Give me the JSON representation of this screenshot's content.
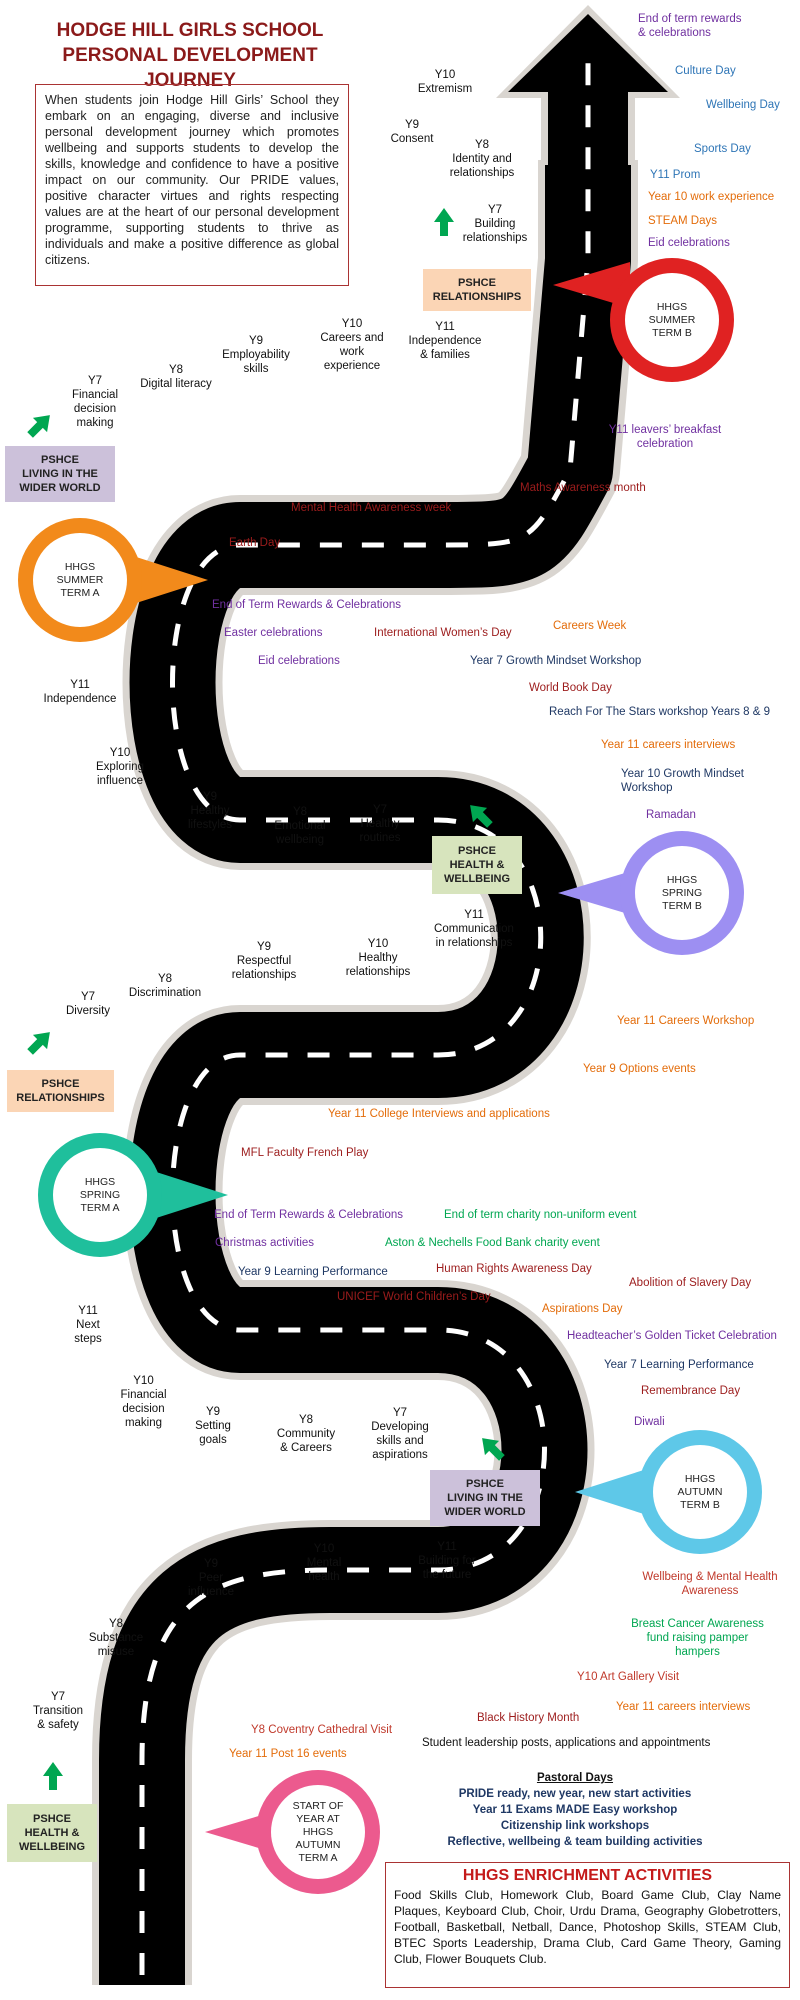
{
  "title": {
    "line1": "HODGE HILL GIRLS SCHOOL",
    "line2": "PERSONAL DEVELOPMENT JOURNEY"
  },
  "intro": "When students join Hodge Hill Girls’ School they embark on an engaging, diverse and inclusive personal development journey which promotes wellbeing and supports students to develop the skills, knowledge and confidence to have a positive impact on our community. Our PRIDE values, positive character virtues and rights respecting values are at the heart of our personal development programme, supporting students to thrive as individuals and make a positive difference as global citizens.",
  "colors": {
    "red_title": "#8b1a1a",
    "purple": "#7030a0",
    "blue": "#2e75b6",
    "orange": "#e36c0a",
    "dark_red": "#9c1c1c",
    "navy": "#1f3864",
    "green": "#00a651",
    "road": "#000000",
    "road_edge": "#d9d5d0",
    "summer_b": "#e02222",
    "summer_a": "#f28a1b",
    "spring_b": "#9d8ff2",
    "spring_a": "#1fbf9c",
    "autumn_b": "#5ec8e8",
    "autumn_a": "#ec5a8e"
  },
  "terms": {
    "summer_b": [
      "HHGS",
      "SUMMER",
      "TERM B"
    ],
    "summer_a": [
      "HHGS",
      "SUMMER",
      "TERM A"
    ],
    "spring_b": [
      "HHGS",
      "SPRING",
      "TERM B"
    ],
    "spring_a": [
      "HHGS",
      "SPRING",
      "TERM A"
    ],
    "autumn_b": [
      "HHGS",
      "AUTUMN",
      "TERM B"
    ],
    "autumn_a": [
      "START OF",
      "YEAR AT",
      "HHGS",
      "AUTUMN",
      "TERM A"
    ]
  },
  "pshce": {
    "relationships_top": [
      "PSHCE",
      "RELATIONSHIPS"
    ],
    "wider_world_top": [
      "PSHCE",
      "LIVING IN THE",
      "WIDER WORLD"
    ],
    "health_mid": [
      "PSHCE",
      "HEALTH &",
      "WELLBEING"
    ],
    "relationships_mid": [
      "PSHCE",
      "RELATIONSHIPS"
    ],
    "wider_world_bottom": [
      "PSHCE",
      "LIVING IN THE",
      "WIDER WORLD"
    ],
    "health_bottom": [
      "PSHCE",
      "HEALTH &",
      "WELLBEING"
    ]
  },
  "year_labels": {
    "y10_extremism": [
      "Y10",
      "Extremism"
    ],
    "y9_consent": [
      "Y9",
      "Consent"
    ],
    "y8_identity": [
      "Y8",
      "Identity and",
      "relationships"
    ],
    "y7_building": [
      "Y7",
      "Building",
      "relationships"
    ],
    "y11_independence_families": [
      "Y11",
      "Independence",
      "& families"
    ],
    "y10_careers": [
      "Y10",
      "Careers and",
      "work",
      "experience"
    ],
    "y9_employability": [
      "Y9",
      "Employability",
      "skills"
    ],
    "y8_digital": [
      "Y8",
      "Digital literacy"
    ],
    "y7_financial": [
      "Y7",
      "Financial",
      "decision",
      "making"
    ],
    "y11_independence": [
      "Y11",
      "Independence"
    ],
    "y10_exploring": [
      "Y10",
      "Exploring",
      "influence"
    ],
    "y9_healthy_lifestyles": [
      "Y9",
      "Healthy",
      "lifestyles"
    ],
    "y8_emotional": [
      "Y8",
      "Emotional",
      "wellbeing"
    ],
    "y7_healthy_routines": [
      "Y7",
      "Healthy",
      "routines"
    ],
    "y11_communication": [
      "Y11",
      "Communication",
      "in relationships"
    ],
    "y10_healthy_rel": [
      "Y10",
      "Healthy",
      "relationships"
    ],
    "y9_respectful": [
      "Y9",
      "Respectful",
      "relationships"
    ],
    "y8_discrimination": [
      "Y8",
      "Discrimination"
    ],
    "y7_diversity": [
      "Y7",
      "Diversity"
    ],
    "y11_next_steps": [
      "Y11",
      "Next",
      "steps"
    ],
    "y10_financial": [
      "Y10",
      "Financial",
      "decision",
      "making"
    ],
    "y9_setting_goals": [
      "Y9",
      "Setting",
      "goals"
    ],
    "y8_community": [
      "Y8",
      "Community",
      "& Careers"
    ],
    "y7_developing": [
      "Y7",
      "Developing",
      "skills and",
      "aspirations"
    ],
    "y11_building_future": [
      "Y11",
      "Building for",
      "the future"
    ],
    "y10_mental_health": [
      "Y10",
      "Mental",
      "health"
    ],
    "y9_peer": [
      "Y9",
      "Peer",
      "influence"
    ],
    "y8_substance": [
      "Y8",
      "Substance",
      "misuse"
    ],
    "y7_transition": [
      "Y7",
      "Transition",
      "& safety"
    ]
  },
  "events": {
    "end_of_term_rewards_top": [
      "End of term rewards",
      "& celebrations"
    ],
    "culture_day": "Culture Day",
    "wellbeing_day": "Wellbeing Day",
    "sports_day": "Sports Day",
    "y11_prom": "Y11 Prom",
    "y10_work_experience": "Year 10 work experience",
    "steam_days": "STEAM Days",
    "eid_celebrations_top": "Eid celebrations",
    "y11_leavers_breakfast": [
      "Y11 leavers’ breakfast",
      "celebration"
    ],
    "maths_awareness": "Maths Awareness month",
    "mental_health_awareness": "Mental Health Awareness week",
    "earth_day": "Earth Day",
    "end_of_term_rewards_a": "End of Term Rewards & Celebrations",
    "easter_celebrations": "Easter celebrations",
    "international_womens_day": "International Women’s Day",
    "careers_week": "Careers Week",
    "eid_celebrations_mid": "Eid celebrations",
    "y7_growth_mindset": "Year 7 Growth Mindset Workshop",
    "world_book_day": "World Book Day",
    "reach_for_stars": "Reach For The Stars workshop Years 8 & 9",
    "y11_careers_interviews_mid": "Year 11 careers interviews",
    "y10_growth_mindset": [
      "Year 10 Growth Mindset",
      "Workshop"
    ],
    "ramadan": "Ramadan",
    "y11_careers_workshop": "Year 11 Careers Workshop",
    "y9_options": "Year 9 Options events",
    "y11_college_interviews": "Year 11 College Interviews and applications",
    "mfl_french_play": "MFL Faculty French Play",
    "end_of_term_rewards_spring": "End of Term Rewards & Celebrations",
    "end_of_term_charity": "End of term charity non-uniform event",
    "christmas_activities": "Christmas activities",
    "aston_nechells": "Aston & Nechells Food Bank charity event",
    "y9_learning_performance": "Year 9 Learning Performance",
    "human_rights_day": "Human Rights Awareness Day",
    "abolition_slavery": "Abolition of Slavery Day",
    "unicef_day": "UNICEF World Children’s Day",
    "aspirations_day": "Aspirations Day",
    "headteachers_ticket": "Headteacher’s Golden Ticket Celebration",
    "y7_learning_performance": "Year 7 Learning Performance",
    "remembrance_day": "Remembrance Day",
    "diwali": "Diwali",
    "wellbeing_mental_health": [
      "Wellbeing & Mental Health",
      "Awareness"
    ],
    "breast_cancer": [
      "Breast Cancer Awareness",
      "fund raising pamper",
      "hampers"
    ],
    "y10_art_gallery": "Y10 Art Gallery Visit",
    "y11_careers_interviews_bottom": "Year 11 careers interviews",
    "black_history_month": "Black History Month",
    "y8_coventry": "Y8 Coventry Cathedral Visit",
    "student_leadership": "Student leadership posts, applications and appointments",
    "y11_post16": "Year 11 Post 16 events"
  },
  "pastoral": {
    "title": "Pastoral Days",
    "items": [
      "PRIDE ready, new year, new start activities",
      "Year 11 Exams MADE Easy workshop",
      "Citizenship link workshops",
      "Reflective, wellbeing & team building activities"
    ]
  },
  "enrichment": {
    "title": "HHGS ENRICHMENT ACTIVITIES",
    "body": "Food Skills Club, Homework Club, Board Game Club, Clay Name Plaques, Keyboard Club, Choir, Urdu Drama, Geography Globetrotters, Football, Basketball, Netball, Dance, Photoshop Skills, STEAM Club, BTEC Sports Leadership, Drama Club, Card Game Theory, Gaming Club, Flower Bouquets Club."
  }
}
